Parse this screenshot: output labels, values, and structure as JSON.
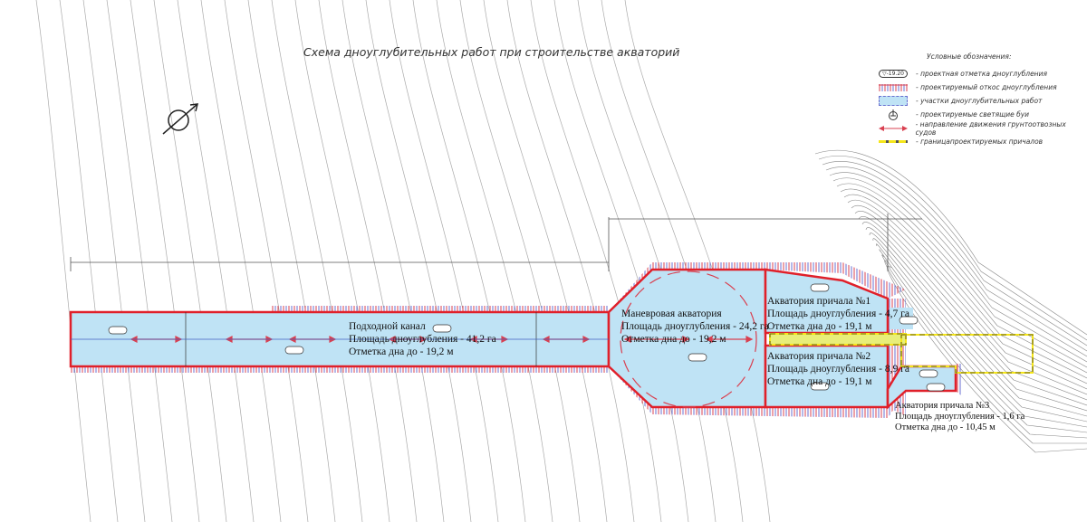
{
  "title": "Схема дноуглубительных работ при строительстве акваторий",
  "legend": {
    "header": "Условные обозначения:",
    "items": [
      {
        "symbol": "depth-mark-icon",
        "symbol_text": "▽-19.20",
        "label": "- проектная отметка дноуглубления"
      },
      {
        "symbol": "slope-hatch-icon",
        "label": "- проектируемый откос дноуглубления"
      },
      {
        "symbol": "dredging-area-icon",
        "label": "- участки дноуглубительных работ"
      },
      {
        "symbol": "buoy-icon",
        "label": "- проектируемые светящие буи"
      },
      {
        "symbol": "arrow-icon",
        "label": "- направление движения грунтоотвозных судов"
      },
      {
        "symbol": "berth-boundary-icon",
        "label": "- границапроектируемых причалов"
      }
    ]
  },
  "areas": {
    "channel": {
      "name": "Подходной канал",
      "area": "Площадь дноуглубления - 41,2 га",
      "depth": "Отметка дна до - 19,2 м"
    },
    "maneuver": {
      "name": "Маневровая акватория",
      "area": "Площадь дноуглубления - 24,2 га",
      "depth": "Отметка дна до - 19,2 м"
    },
    "berth1": {
      "name": "Акватория причала №1",
      "area": "Площадь дноуглубления - 4,7 га",
      "depth": "Отметка дна до - 19,1 м"
    },
    "berth2": {
      "name": "Акватория причала №2",
      "area": "Площадь дноуглубления - 8,9 га",
      "depth": "Отметка дна до - 19,1 м"
    },
    "berth3": {
      "name": "Акватория причала №3",
      "area": "Площадь дноуглубления - 1,6 га",
      "depth": "Отметка дна до - 10,45 м"
    }
  },
  "colors": {
    "water": "#bfe3f5",
    "boundary": "#e0202a",
    "berth": "#f5e61a",
    "hatch_red": "#d94050",
    "hatch_blue": "#6a6fd0"
  }
}
